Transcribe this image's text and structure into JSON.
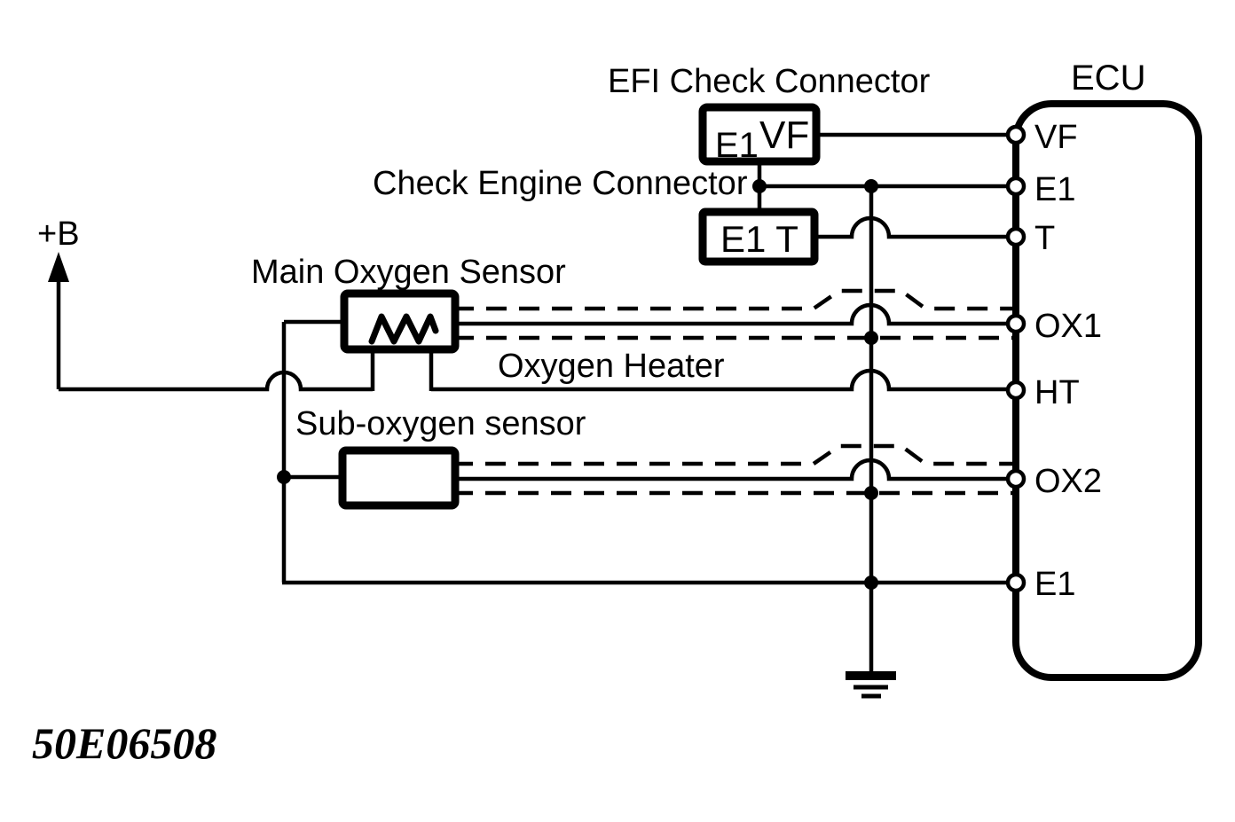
{
  "page": {
    "background_color": "#ffffff",
    "line_color": "#000000"
  },
  "labels": {
    "efi_check_connector": "EFI Check Connector",
    "check_engine_connector": "Check Engine Connector",
    "plus_b": "+B",
    "main_oxygen_sensor": "Main Oxygen Sensor",
    "oxygen_heater": "Oxygen Heater",
    "sub_oxygen_sensor": "Sub-oxygen sensor",
    "figure_id": "50E06508"
  },
  "boxes": {
    "efi_check": {
      "pin_e1": "E1",
      "pin_vf": "VF"
    },
    "check_engine": {
      "text": "E1 T"
    }
  },
  "ecu": {
    "label": "ECU",
    "pins": [
      {
        "label": "VF"
      },
      {
        "label": "E1"
      },
      {
        "label": "T"
      },
      {
        "label": "OX1"
      },
      {
        "label": "HT"
      },
      {
        "label": "OX2"
      },
      {
        "label": "E1"
      }
    ]
  },
  "icons": {
    "power_arrow": "up-arrow-icon",
    "ground": "earth-ground-icon"
  }
}
